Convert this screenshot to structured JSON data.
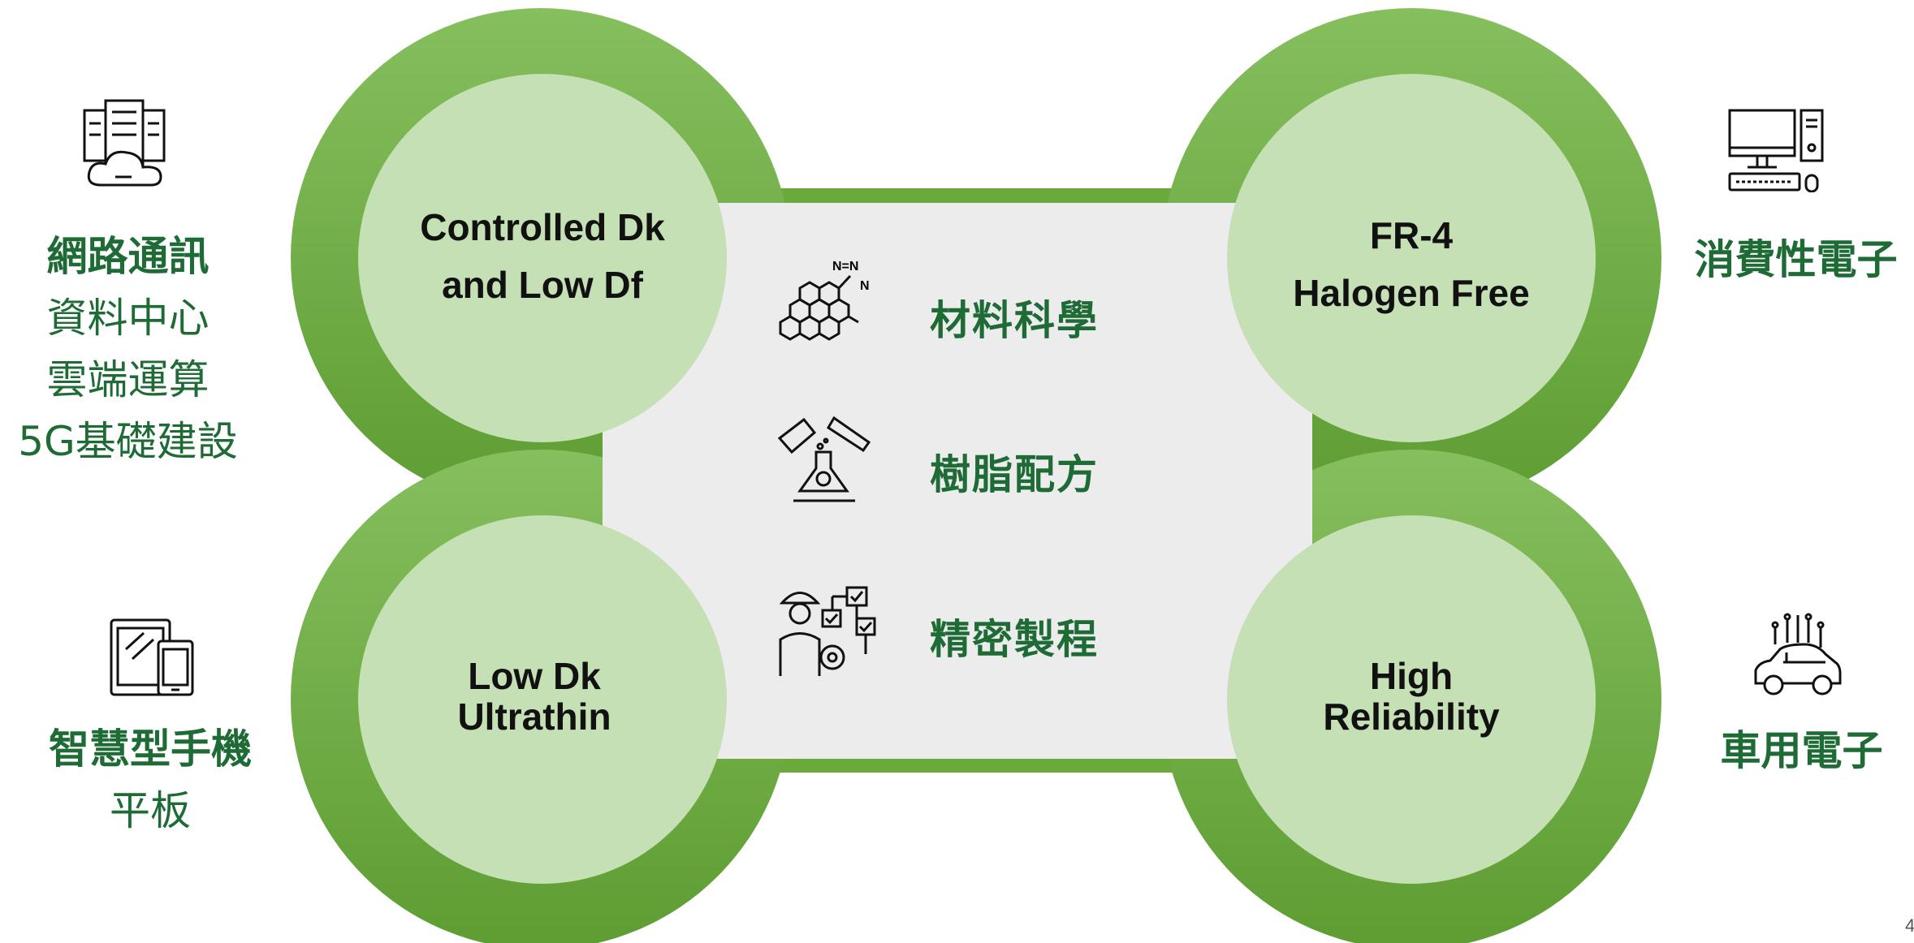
{
  "left_top": {
    "title": "網路通訊",
    "lines": [
      "資料中心",
      "雲端運算",
      "5G基礎建設"
    ]
  },
  "left_bottom": {
    "title": "智慧型手機",
    "lines": [
      "平板"
    ]
  },
  "right_top": {
    "title": "消費性電子"
  },
  "right_bottom": {
    "title": "車用電子"
  },
  "circles": {
    "top_left": [
      "Controlled Dk",
      "and Low Df"
    ],
    "top_right": [
      "FR-4",
      "Halogen Free"
    ],
    "bottom_left": [
      "Low Dk",
      "Ultrathin"
    ],
    "bottom_right": [
      "High",
      "Reliability"
    ]
  },
  "center_items": [
    "材料科學",
    "樹脂配方",
    "精密製程"
  ],
  "page_number": "4",
  "colors": {
    "dark_green": "#6aaa3c",
    "light_green": "#c5e0b4",
    "text_green": "#1e6b36",
    "panel_gray": "#ececec"
  },
  "icons": [
    "server-cloud-icon",
    "tablet-phone-icon",
    "desktop-computer-icon",
    "smart-car-icon",
    "molecule-icon",
    "chemistry-flask-icon",
    "engineer-process-icon"
  ]
}
